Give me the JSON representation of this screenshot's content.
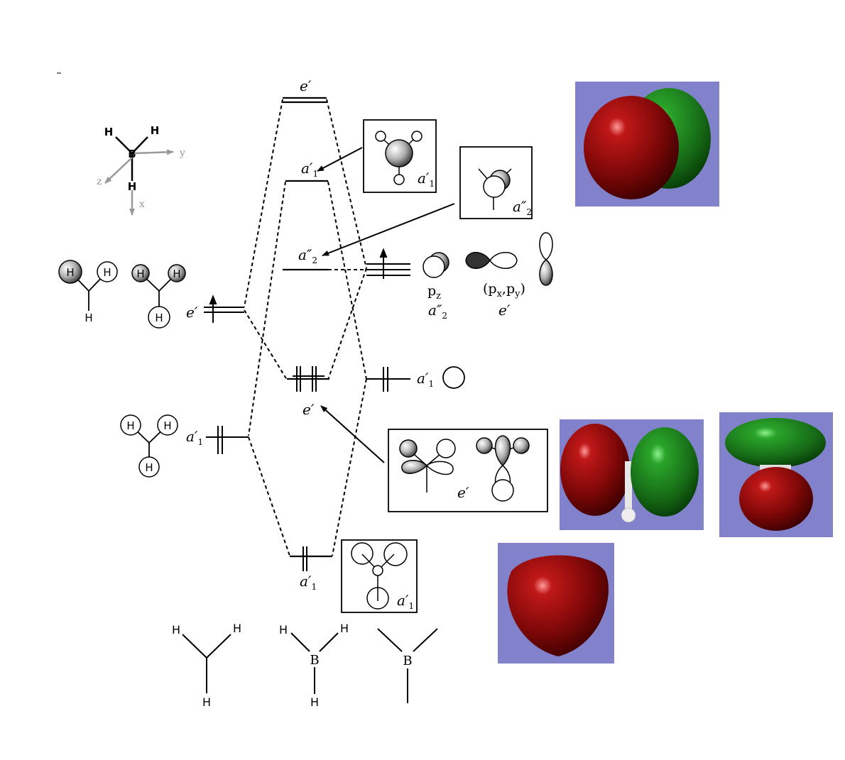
{
  "axes": {
    "atoms": {
      "b": "B",
      "h": "H"
    },
    "labels": {
      "x": "x",
      "y": "y",
      "z": "z"
    }
  },
  "labels": {
    "e_prime": "e′",
    "a1_prime": "a′",
    "a1_sub": "1",
    "a2_dprime": "a″",
    "a2_sub": "2",
    "pz": "p",
    "pz_sub": "z",
    "pxpy_open": "(p",
    "px_sub": "x",
    "comma": ",p",
    "py_sub": "y",
    "pxpy_close": ")"
  },
  "atoms": {
    "h": "H",
    "b": "B"
  },
  "colors": {
    "panel_bg": "#8282cc",
    "lobe_red": "#8b0a0a",
    "lobe_green": "#1f8a1f",
    "line": "#000000",
    "axis_gray": "#999999"
  },
  "render_panels": [
    {
      "name": "pz-orbital-render"
    },
    {
      "name": "e-orbital-render-1"
    },
    {
      "name": "e-orbital-render-2"
    },
    {
      "name": "a1-orbital-render"
    }
  ]
}
